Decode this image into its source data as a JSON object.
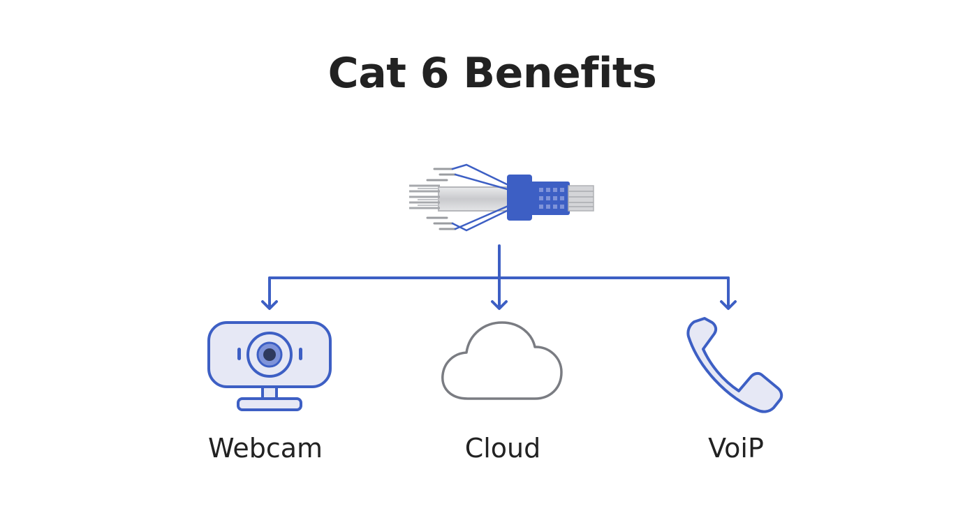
{
  "title": "Cat 6 Benefits",
  "root": {
    "icon": "ethernet-cable-icon"
  },
  "branches": [
    {
      "label": "Webcam",
      "icon": "webcam-icon"
    },
    {
      "label": "Cloud",
      "icon": "cloud-icon"
    },
    {
      "label": "VoiP",
      "icon": "phone-icon"
    }
  ],
  "colors": {
    "accent": "#3D5FC4",
    "accent_fill": "#E6E8F5",
    "gray": "#7A7C82",
    "text": "#222222"
  }
}
